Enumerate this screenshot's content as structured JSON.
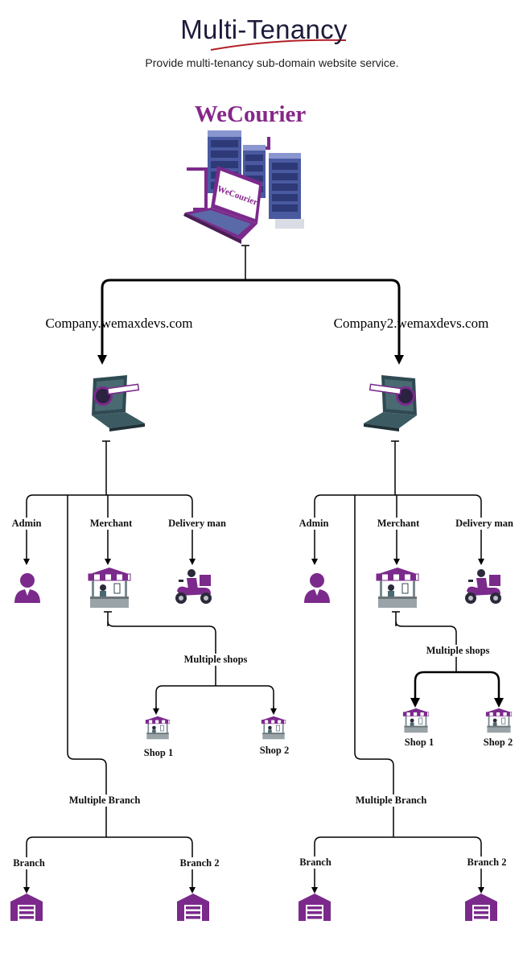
{
  "header": {
    "title": "Multi-Tenancy",
    "subtitle": "Provide multi-tenancy sub-domain website service."
  },
  "hub": {
    "brand": "WeCourier",
    "screen_text": "WeCourier"
  },
  "tenants": [
    {
      "domain": "Company.wemaxdevs.com",
      "roles": {
        "admin": "Admin",
        "merchant": "Merchant",
        "delivery": "Delivery man"
      },
      "shops": {
        "group": "Multiple shops",
        "items": [
          "Shop 1",
          "Shop 2"
        ]
      },
      "branches": {
        "group": "Multiple Branch",
        "items": [
          "Branch",
          "Branch 2"
        ]
      }
    },
    {
      "domain": "Company2.wemaxdevs.com",
      "roles": {
        "admin": "Admin",
        "merchant": "Merchant",
        "delivery": "Delivery man"
      },
      "shops": {
        "group": "Multiple shops",
        "items": [
          "Shop 1",
          "Shop 2"
        ]
      },
      "branches": {
        "group": "Multiple Branch",
        "items": [
          "Branch",
          "Branch 2"
        ]
      }
    }
  ],
  "colors": {
    "purple": "#86278a",
    "icon_purple": "#7b2a8c",
    "navy": "#1d1b3b",
    "laptop_teal": "#2f4a52"
  }
}
